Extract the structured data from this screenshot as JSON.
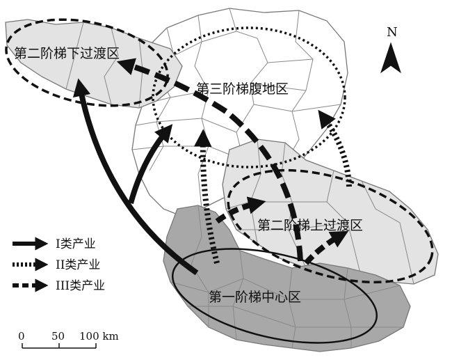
{
  "zones": {
    "upper_left": "第二阶梯下过渡区",
    "middle_top": "第三阶梯腹地区",
    "right_middle": "第二阶梯上过渡区",
    "center_bottom": "第一阶梯中心区"
  },
  "legend": {
    "type1": "I类产业",
    "type2": "II类产业",
    "type3": "III类产业"
  },
  "scale": {
    "tick0": "0",
    "tick1": "50",
    "tick2": "100 km"
  },
  "north": "N",
  "colors": {
    "light_region": "#e3e3e3",
    "dark_region": "#a8a8a8",
    "white_region": "#ffffff",
    "border": "#777777",
    "ink": "#111111"
  }
}
